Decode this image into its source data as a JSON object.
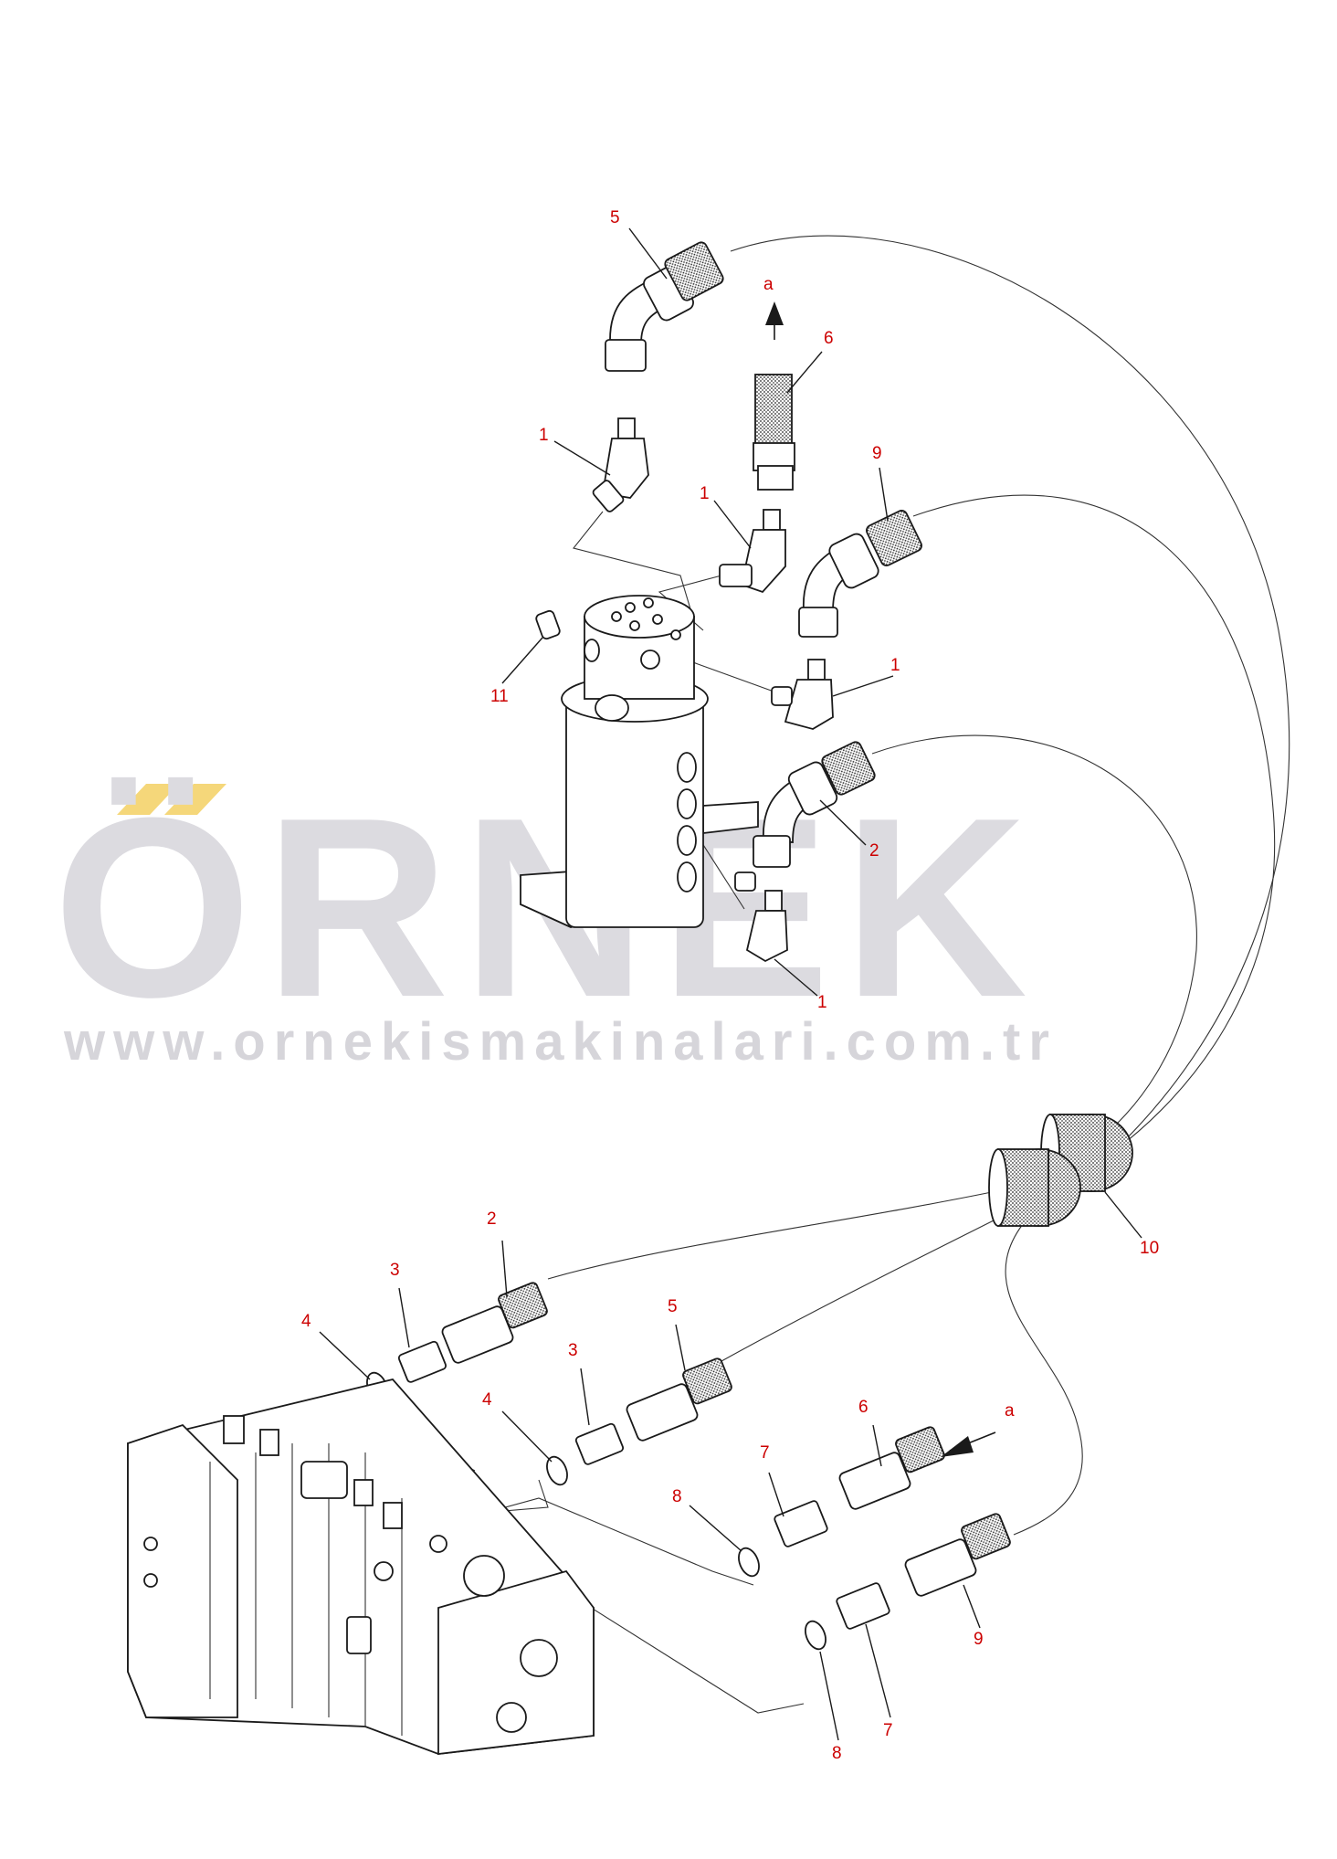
{
  "watermark": {
    "brand": "ÖRNEK",
    "url": "www.ornekismakinalari.com.tr",
    "accent_color": "#f5d77a",
    "text_color": "#dcdbe0"
  },
  "callouts": {
    "c5_top": "5",
    "c_a_top": "a",
    "c6_top": "6",
    "c1_a": "1",
    "c9_top": "9",
    "c1_b": "1",
    "c11": "11",
    "c1_c": "1",
    "c2_top": "2",
    "c1_d": "1",
    "c10": "10",
    "c2_bot": "2",
    "c3_a": "3",
    "c4_a": "4",
    "c5_bot": "5",
    "c3_b": "3",
    "c4_b": "4",
    "c6_bot": "6",
    "c_a_bot": "a",
    "c7_a": "7",
    "c8_a": "8",
    "c9_bot": "9",
    "c7_b": "7",
    "c8_b": "8"
  },
  "colors": {
    "callout": "#cc0000",
    "line": "#1a1a1a"
  }
}
